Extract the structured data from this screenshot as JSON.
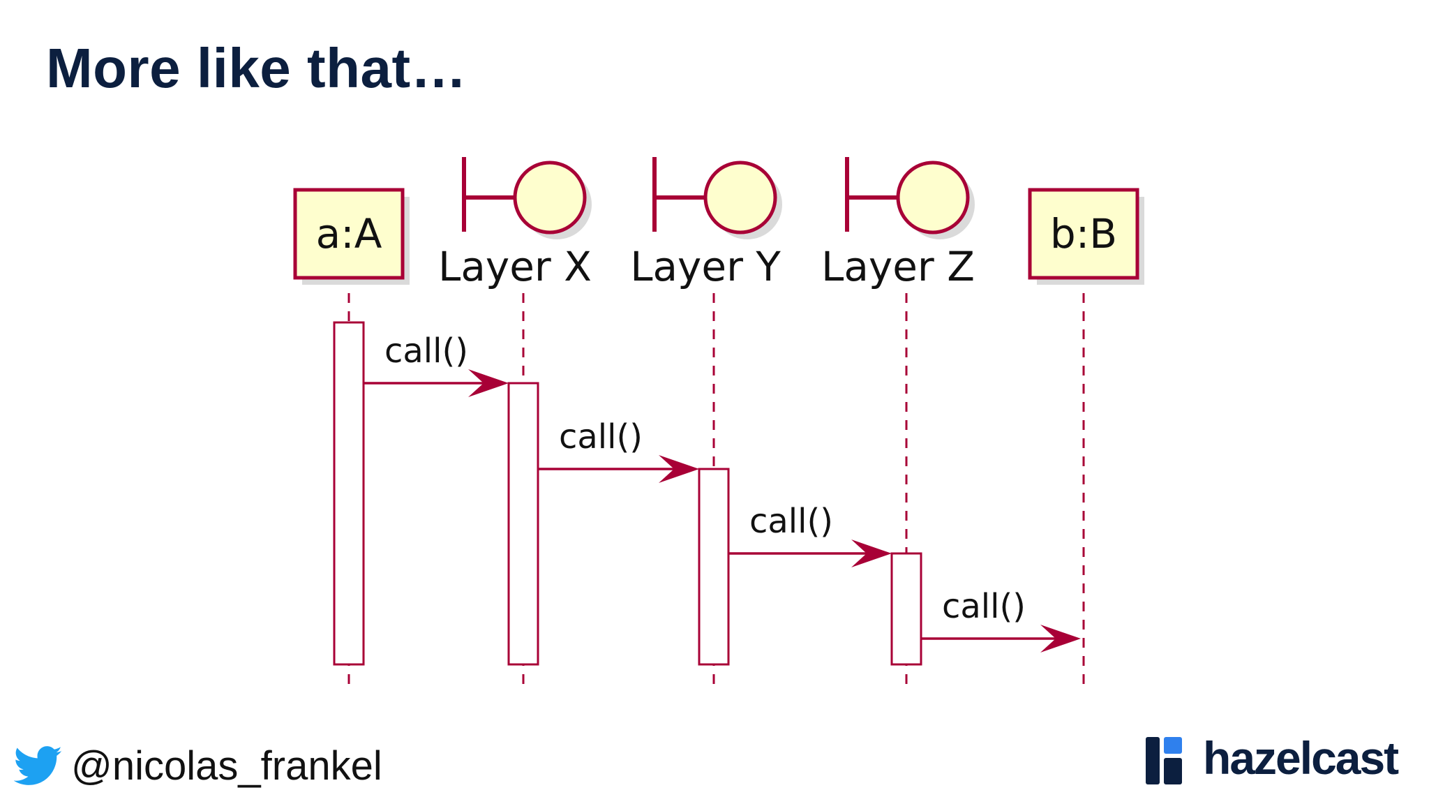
{
  "slide": {
    "title": "More like that…"
  },
  "diagram": {
    "participants": [
      {
        "id": "a",
        "kind": "participant",
        "label": "a:A"
      },
      {
        "id": "x",
        "kind": "boundary",
        "label": "Layer X"
      },
      {
        "id": "y",
        "kind": "boundary",
        "label": "Layer Y"
      },
      {
        "id": "z",
        "kind": "boundary",
        "label": "Layer Z"
      },
      {
        "id": "b",
        "kind": "participant",
        "label": "b:B"
      }
    ],
    "messages": [
      {
        "from": "a",
        "to": "x",
        "label": "call()"
      },
      {
        "from": "x",
        "to": "y",
        "label": "call()"
      },
      {
        "from": "y",
        "to": "z",
        "label": "call()"
      },
      {
        "from": "z",
        "to": "b",
        "label": "call()"
      }
    ],
    "colors": {
      "stroke": "#a80036",
      "fill": "#fefece"
    }
  },
  "footer": {
    "handle": "@nicolas_frankel",
    "social_icon": "twitter-bird-icon",
    "brand": "hazelcast",
    "brand_icon": "hazelcast-logo-icon"
  }
}
